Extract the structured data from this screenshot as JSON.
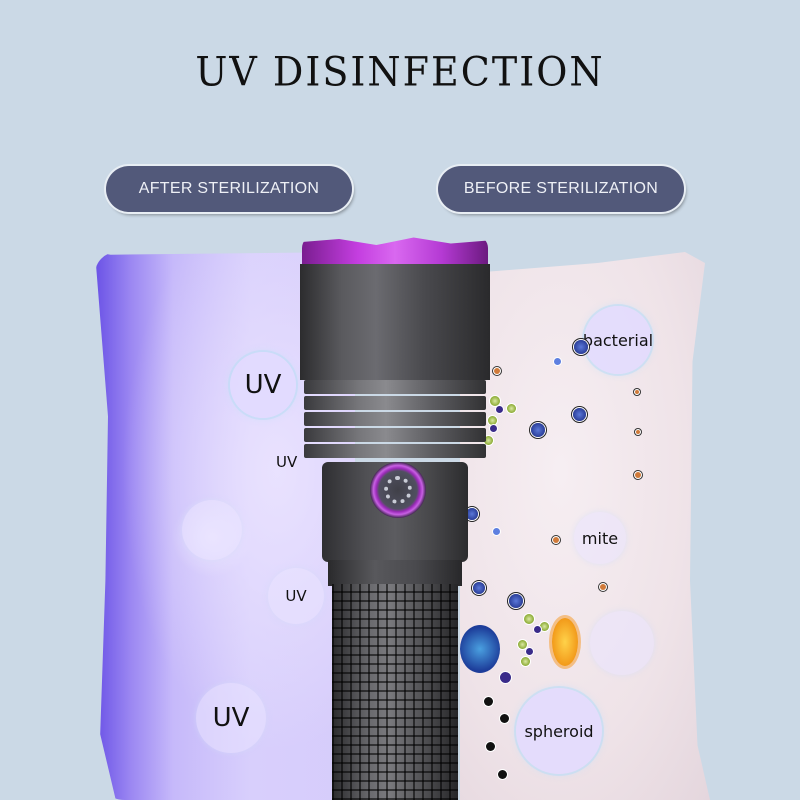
{
  "title": "UV DISINFECTION",
  "labels": {
    "after": "AFTER  STERILIZATION",
    "before": "BEFORE STERILIZATION"
  },
  "left_bubbles": [
    {
      "text": "UV",
      "size": "large"
    },
    {
      "text": "UV",
      "size": "small"
    },
    {
      "text": "UV",
      "size": "small"
    },
    {
      "text": "UV",
      "size": "large"
    }
  ],
  "right_bubbles": [
    {
      "text": "bacterial"
    },
    {
      "text": "mite"
    },
    {
      "text": ""
    },
    {
      "text": "spheroid"
    }
  ],
  "colors": {
    "background": "#cbd9e6",
    "pill": "#52597a",
    "uv_purple": "#7a5cf0",
    "rim_magenta": "#c43ee0"
  }
}
